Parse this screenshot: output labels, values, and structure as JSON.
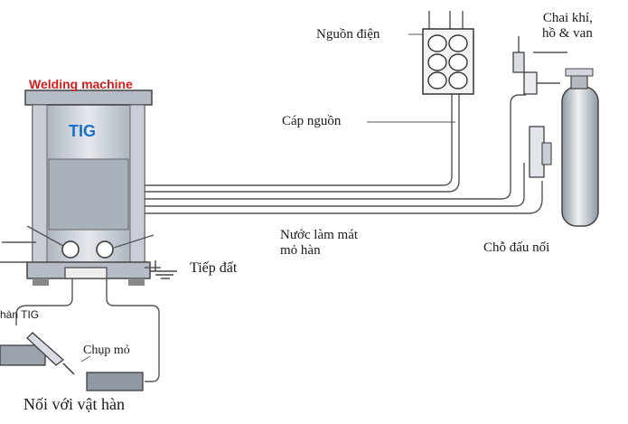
{
  "labels": {
    "machine_title": "Welding machine",
    "machine_name": "TIG",
    "power_source": "Nguồn điện",
    "gas": "Chai khí,\nhồ & van",
    "power_cable": "Cáp nguồn",
    "coolant": "Nước làm mát\nmỏ hàn",
    "connector": "Chỗ đấu nối",
    "ground": "Tiếp đất",
    "torch_hint": "hàn TIG",
    "nozzle": "Chụp mỏ",
    "workpiece": "Nối với vật hàn"
  },
  "colors": {
    "accent_red": "#d81b1b",
    "tig_blue": "#1a6fc9",
    "line": "#555555",
    "machine_body": "#c7cdd6"
  }
}
